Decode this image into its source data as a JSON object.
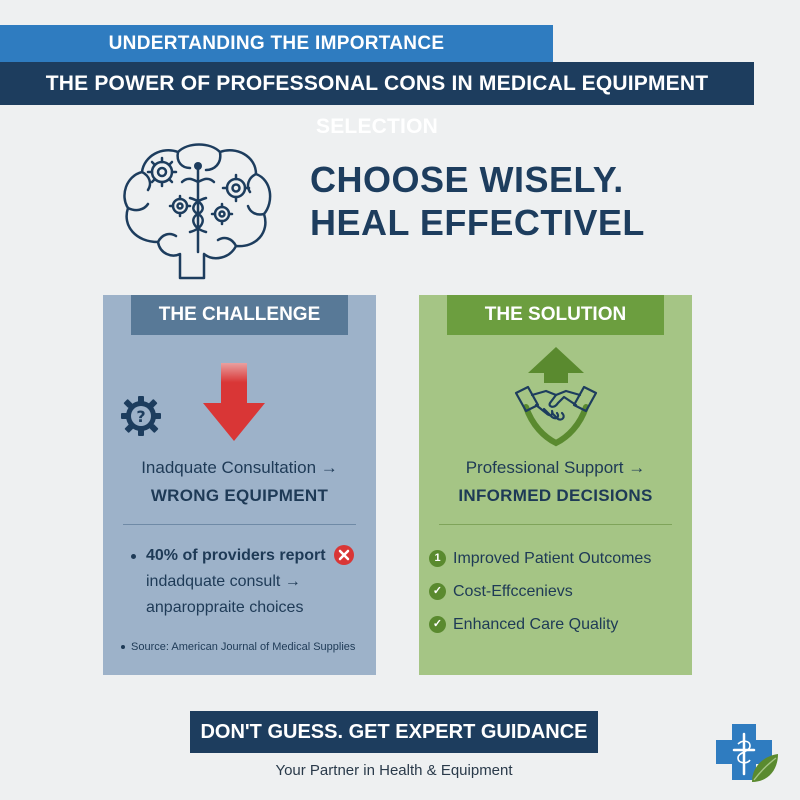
{
  "header": {
    "kicker": "UNDERTANDING THE IMPORTANCE",
    "title": "THE POWER OF PROFESSONAL CONS IN MEDICAL EQUIPMENT SELECTION"
  },
  "headline": {
    "line1": "CHOOSE WISELY.",
    "line2": "HEAL EFFECTIVEL"
  },
  "challenge": {
    "heading": "THE CHALLENGE",
    "line1": "Inadquate Consultation →",
    "line2": "WRONG EQUIPMENT",
    "stat": "40% of providers report",
    "stat_line2": "indadquate consult →",
    "stat_line3": "anparoppraite choices",
    "source": "Source: American Journal of Medical Supplies"
  },
  "solution": {
    "heading": "THE SOLUTION",
    "line1": "Professional Support →",
    "line2": "INFORMED DECISIONS",
    "items": [
      {
        "marker": "1",
        "label": "Improved Patient Outcomes"
      },
      {
        "marker": "✓",
        "label": "Cost-Effccenievs"
      },
      {
        "marker": "✓",
        "label": "Enhanced Care Quality"
      }
    ]
  },
  "footer": {
    "cta": "DON'T GUESS. GET EXPERT GUIDANCE",
    "tagline": "Your Partner in Health & Equipment"
  },
  "colors": {
    "banner_blue": "#2f7cc0",
    "navy": "#1d3d5e",
    "challenge_panel": "#9db2c9",
    "solution_panel": "#a5c585",
    "alert_red": "#d93636",
    "success_green": "#5a8a2f"
  }
}
